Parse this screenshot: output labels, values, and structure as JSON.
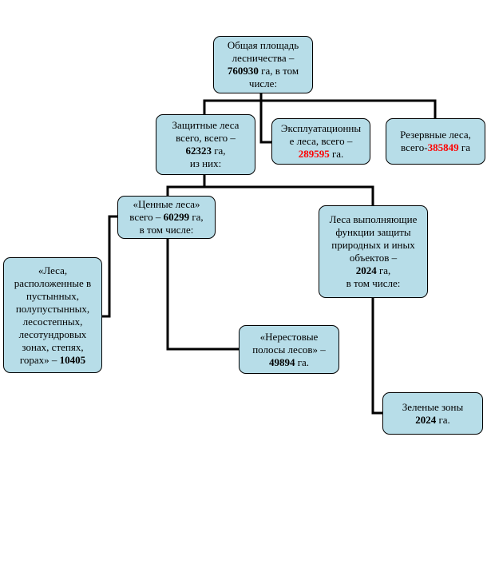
{
  "nodes": {
    "total": {
      "line1": "Общая площадь",
      "line2": "лесничества –",
      "value": "760930",
      "line3_rest": " га, в том",
      "line4": "числе:"
    },
    "protective": {
      "line1": "Защитные леса",
      "line2": "всего, всего –",
      "value": "62323",
      "line3_rest": " га,",
      "line4": "из них:"
    },
    "exploitation": {
      "line1": "Эксплуатационны",
      "line2": "е леса, всего –",
      "value": "289595",
      "line3_rest": " га."
    },
    "reserve": {
      "line1": "Резервные леса,",
      "prefix": "всего-",
      "value": "385849",
      "suffix": " га"
    },
    "valuable": {
      "line1": "«Ценные леса»",
      "prefix": "всего – ",
      "value": "60299",
      "suffix": " га,",
      "line3": "в том числе:"
    },
    "functions": {
      "line1": "Леса выполняющие",
      "line2": "функции защиты",
      "line3": "природных и иных",
      "line4": "объектов –",
      "value": "2024",
      "line5_rest": " га,",
      "line6": "в том числе:"
    },
    "desert": {
      "line1": "«Леса,",
      "line2": "расположенные в",
      "line3": "пустынных,",
      "line4": "полупустынных,",
      "line5": "лесостепных,",
      "line6": "лесотундровых",
      "line7": "зонах, степях,",
      "prefix": "горах» – ",
      "value": "10405"
    },
    "spawning": {
      "line1": "«Нерестовые",
      "line2": "полосы лесов» –",
      "value": "49894",
      "suffix": " га."
    },
    "green": {
      "line1": "Зеленые зоны",
      "value": "2024",
      "suffix": " га."
    }
  },
  "colors": {
    "node_fill": "#b7dde8",
    "node_border": "#000000",
    "connector": "#000000",
    "highlight": "#ff0000"
  }
}
